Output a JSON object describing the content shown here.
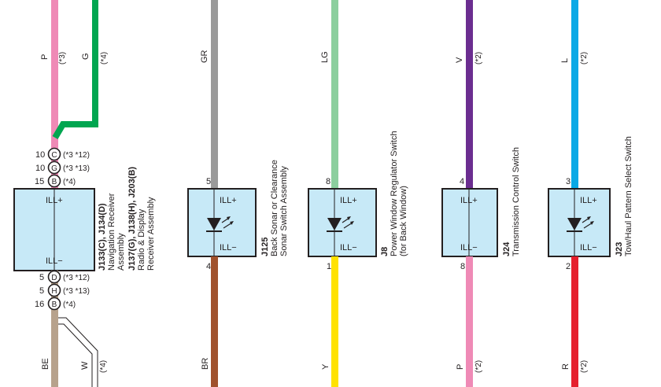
{
  "colors": {
    "pink": "#ef8ab6",
    "green": "#00a650",
    "gray": "#9a9a9a",
    "lightgreen": "#8ccf9e",
    "purple": "#6b2d90",
    "blue": "#0aa9e6",
    "tan": "#b7a28c",
    "brown": "#a0522d",
    "yellow": "#ffe200",
    "red": "#e5202e",
    "box_fill": "#c7e9f7",
    "outline": "#231f20"
  },
  "left_unit": {
    "top_wires": [
      {
        "code": "P",
        "note": "(*3)"
      },
      {
        "code": "G",
        "note": "(*4)"
      }
    ],
    "top_pins": [
      {
        "num": "10",
        "conn": "C",
        "note": "(*3 *12)"
      },
      {
        "num": "10",
        "conn": "G",
        "note": "(*3 *13)"
      },
      {
        "num": "15",
        "conn": "B",
        "note": "(*4)"
      }
    ],
    "bottom_pins": [
      {
        "num": "5",
        "conn": "D",
        "note": "(*3 *12)"
      },
      {
        "num": "5",
        "conn": "H",
        "note": "(*3 *13)"
      },
      {
        "num": "16",
        "conn": "B",
        "note": "(*4)"
      }
    ],
    "term_top": "ILL+",
    "term_bottom": "ILL−",
    "id_line1": "J133(C), J134(D)",
    "name_line1": "Navigation Receiver",
    "name_line2": "Assembly",
    "id_line2": "J137(G), J138(H), J203(B)",
    "name_line3": "Radio & Display",
    "name_line4": "Receiver Assembly",
    "bottom_wires": [
      {
        "code": "BE",
        "note": ""
      },
      {
        "code": "W",
        "note": "(*4)"
      }
    ]
  },
  "switches": [
    {
      "top_wire": "GR",
      "top_note": "",
      "top_pin": "5",
      "bottom_pin": "4",
      "bottom_wire": "BR",
      "bottom_note": "",
      "term_top": "ILL+",
      "term_bottom": "ILL−",
      "id": "J125",
      "name1": "Back Sonar or Clearance",
      "name2": "Sonar Switch Assembly"
    },
    {
      "top_wire": "LG",
      "top_note": "",
      "top_pin": "8",
      "bottom_pin": "1",
      "bottom_wire": "Y",
      "bottom_note": "",
      "term_top": "ILL+",
      "term_bottom": "ILL−",
      "id": "J8",
      "name1": "Power Window Regulator Switch",
      "name2": "(for Back Window)"
    },
    {
      "top_wire": "V",
      "top_note": "(*2)",
      "top_pin": "4",
      "bottom_pin": "8",
      "bottom_wire": "P",
      "bottom_note": "(*2)",
      "term_top": "ILL+",
      "term_bottom": "ILL−",
      "id": "J24",
      "name1": "Transmission Control Switch",
      "name2": ""
    },
    {
      "top_wire": "L",
      "top_note": "(*2)",
      "top_pin": "3",
      "bottom_pin": "2",
      "bottom_wire": "R",
      "bottom_note": "(*2)",
      "term_top": "ILL+",
      "term_bottom": "ILL−",
      "id": "J23",
      "name1": "Tow/Haul Pattern Select Switch",
      "name2": ""
    }
  ]
}
